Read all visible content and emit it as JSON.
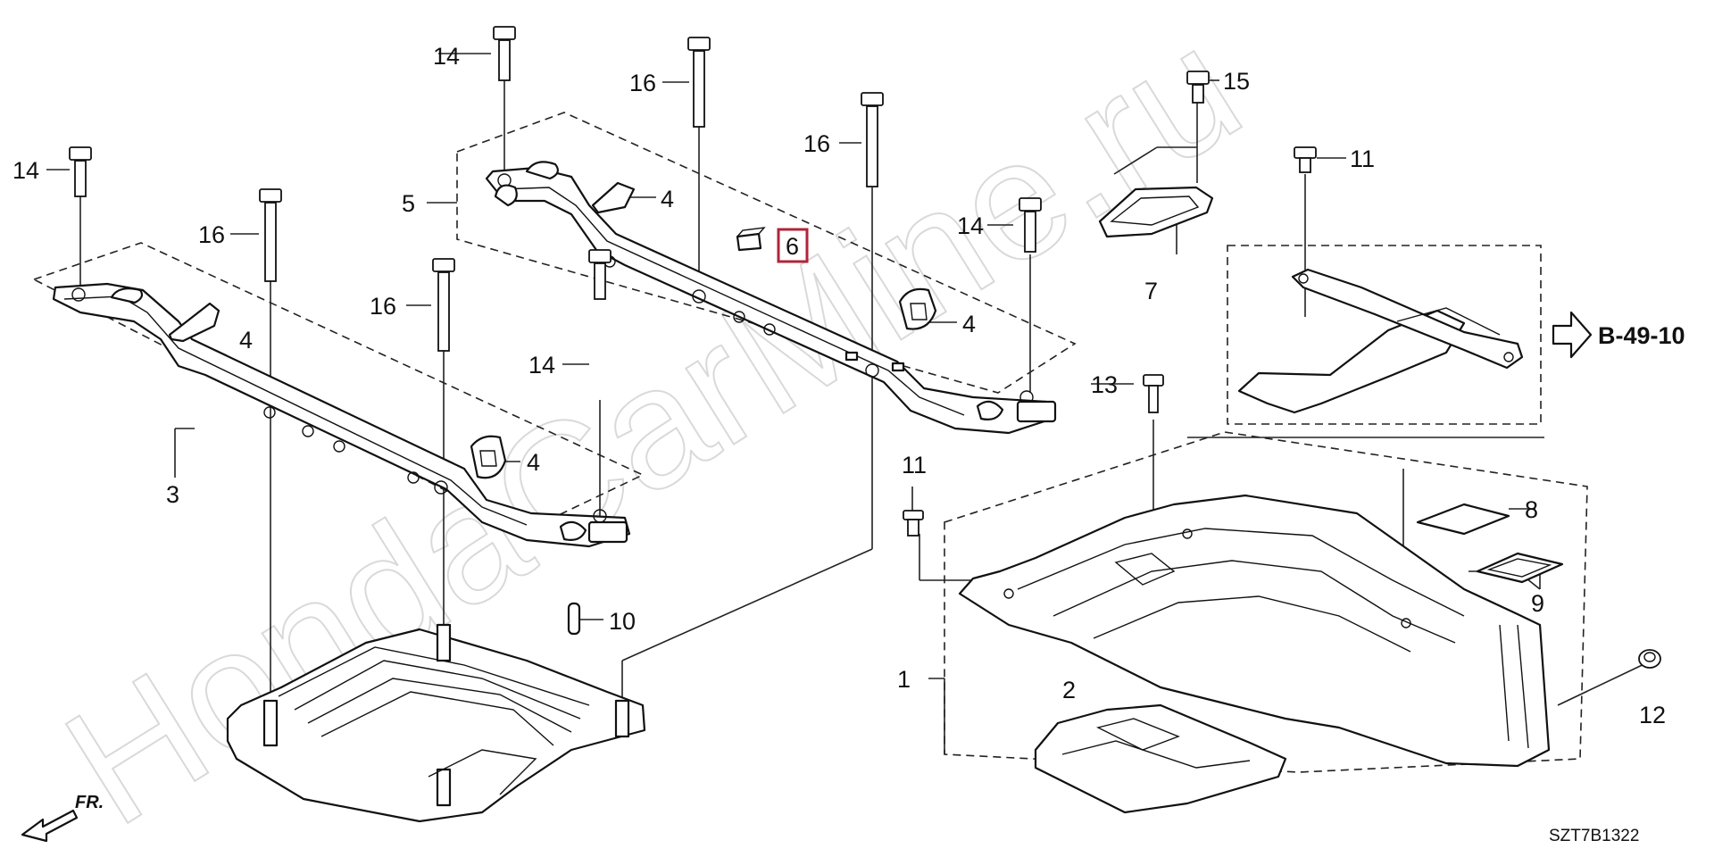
{
  "watermark": "HondaCarMine.ru",
  "diagram_code": "SZT7B1322",
  "front_marker": "FR.",
  "reference": "B-49-10",
  "highlight_color": "#b0243a",
  "callouts": {
    "c1": "1",
    "c2": "2",
    "c3": "3",
    "c4a": "4",
    "c4b": "4",
    "c4c": "4",
    "c4d": "4",
    "c5": "5",
    "c6": "6",
    "c7": "7",
    "c8": "8",
    "c9": "9",
    "c10": "10",
    "c11a": "11",
    "c11b": "11",
    "c12": "12",
    "c13": "13",
    "c14a": "14",
    "c14b": "14",
    "c14c": "14",
    "c14d": "14",
    "c15": "15",
    "c16a": "16",
    "c16b": "16",
    "c16c": "16",
    "c16d": "16"
  }
}
